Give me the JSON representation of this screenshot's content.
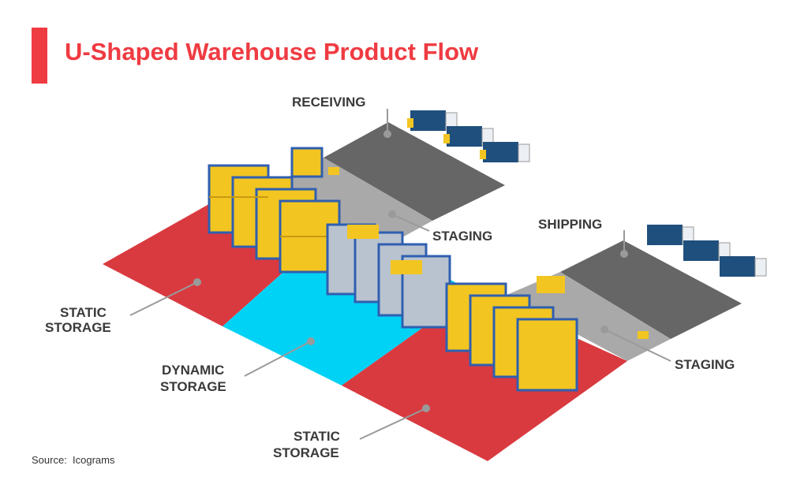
{
  "title": "U-Shaped Warehouse Product Flow",
  "source": "Source:  Icograms",
  "zones": {
    "receiving": "RECEIVING",
    "staging_top": "STAGING",
    "shipping": "SHIPPING",
    "staging_right": "STAGING",
    "static_storage_left": [
      "STATIC",
      "STORAGE"
    ],
    "dynamic_storage": [
      "DYNAMIC",
      "STORAGE"
    ],
    "static_storage_bottom": [
      "STATIC",
      "STORAGE"
    ]
  },
  "colors": {
    "accent": "#ef3b42",
    "static_storage": "#d93a3f",
    "dynamic_storage": "#00d2f5",
    "dock": "#666666",
    "staging": "#a9a9a9",
    "rack_yellow": "#f2c521",
    "rack_blue": "#2f5fb0",
    "truck_cab": "#eceff3",
    "truck_trailer": "#1f4f7d"
  }
}
